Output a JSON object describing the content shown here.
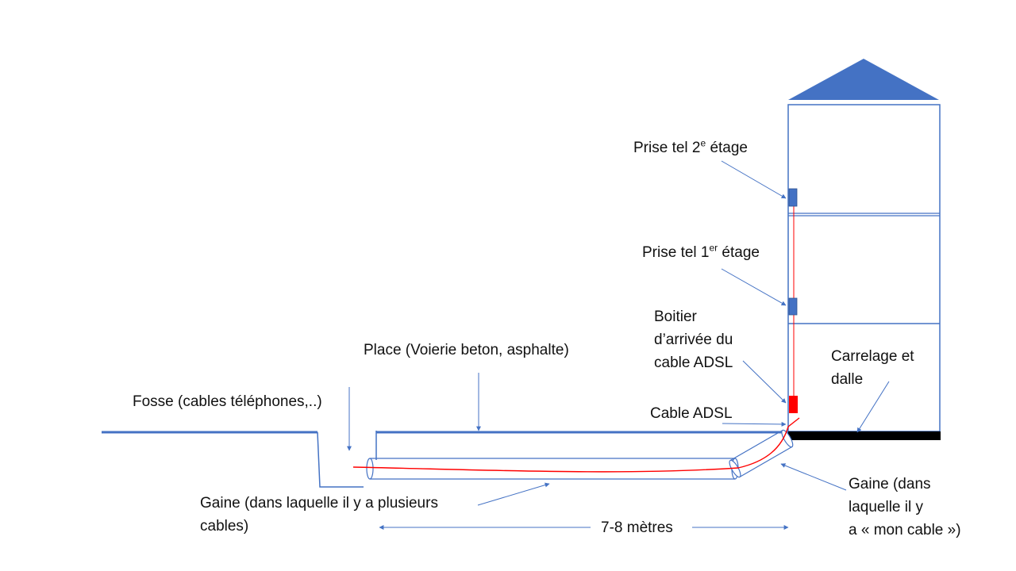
{
  "labels": {
    "prise2_main": "Prise tel 2",
    "prise2_sup": "e",
    "prise2_tail": " étage",
    "prise1_main": "Prise tel 1",
    "prise1_sup": "er",
    "prise1_tail": " étage",
    "boitier_l1": "Boitier",
    "boitier_l2": "d’arrivée du",
    "boitier_l3": "cable ADSL",
    "carrelage_l1": "Carrelage et",
    "carrelage_l2": "dalle",
    "place": "Place (Voierie beton, asphalte)",
    "fosse": "Fosse (cables téléphones,..)",
    "cable_adsl": "Cable ADSL",
    "gaine1_l1": "Gaine (dans laquelle il y a plusieurs",
    "gaine1_l2": "cables)",
    "distance": "7-8 mètres",
    "gaine2_l1": "Gaine (dans",
    "gaine2_l2": "laquelle il y",
    "gaine2_l3": "a  « mon cable »)"
  },
  "colors": {
    "line": "#4472c4",
    "roof": "#4472c4",
    "socket": "#4472c4",
    "adsl_box": "#ff0000",
    "cable": "#ff0000",
    "slab": "#000000"
  }
}
